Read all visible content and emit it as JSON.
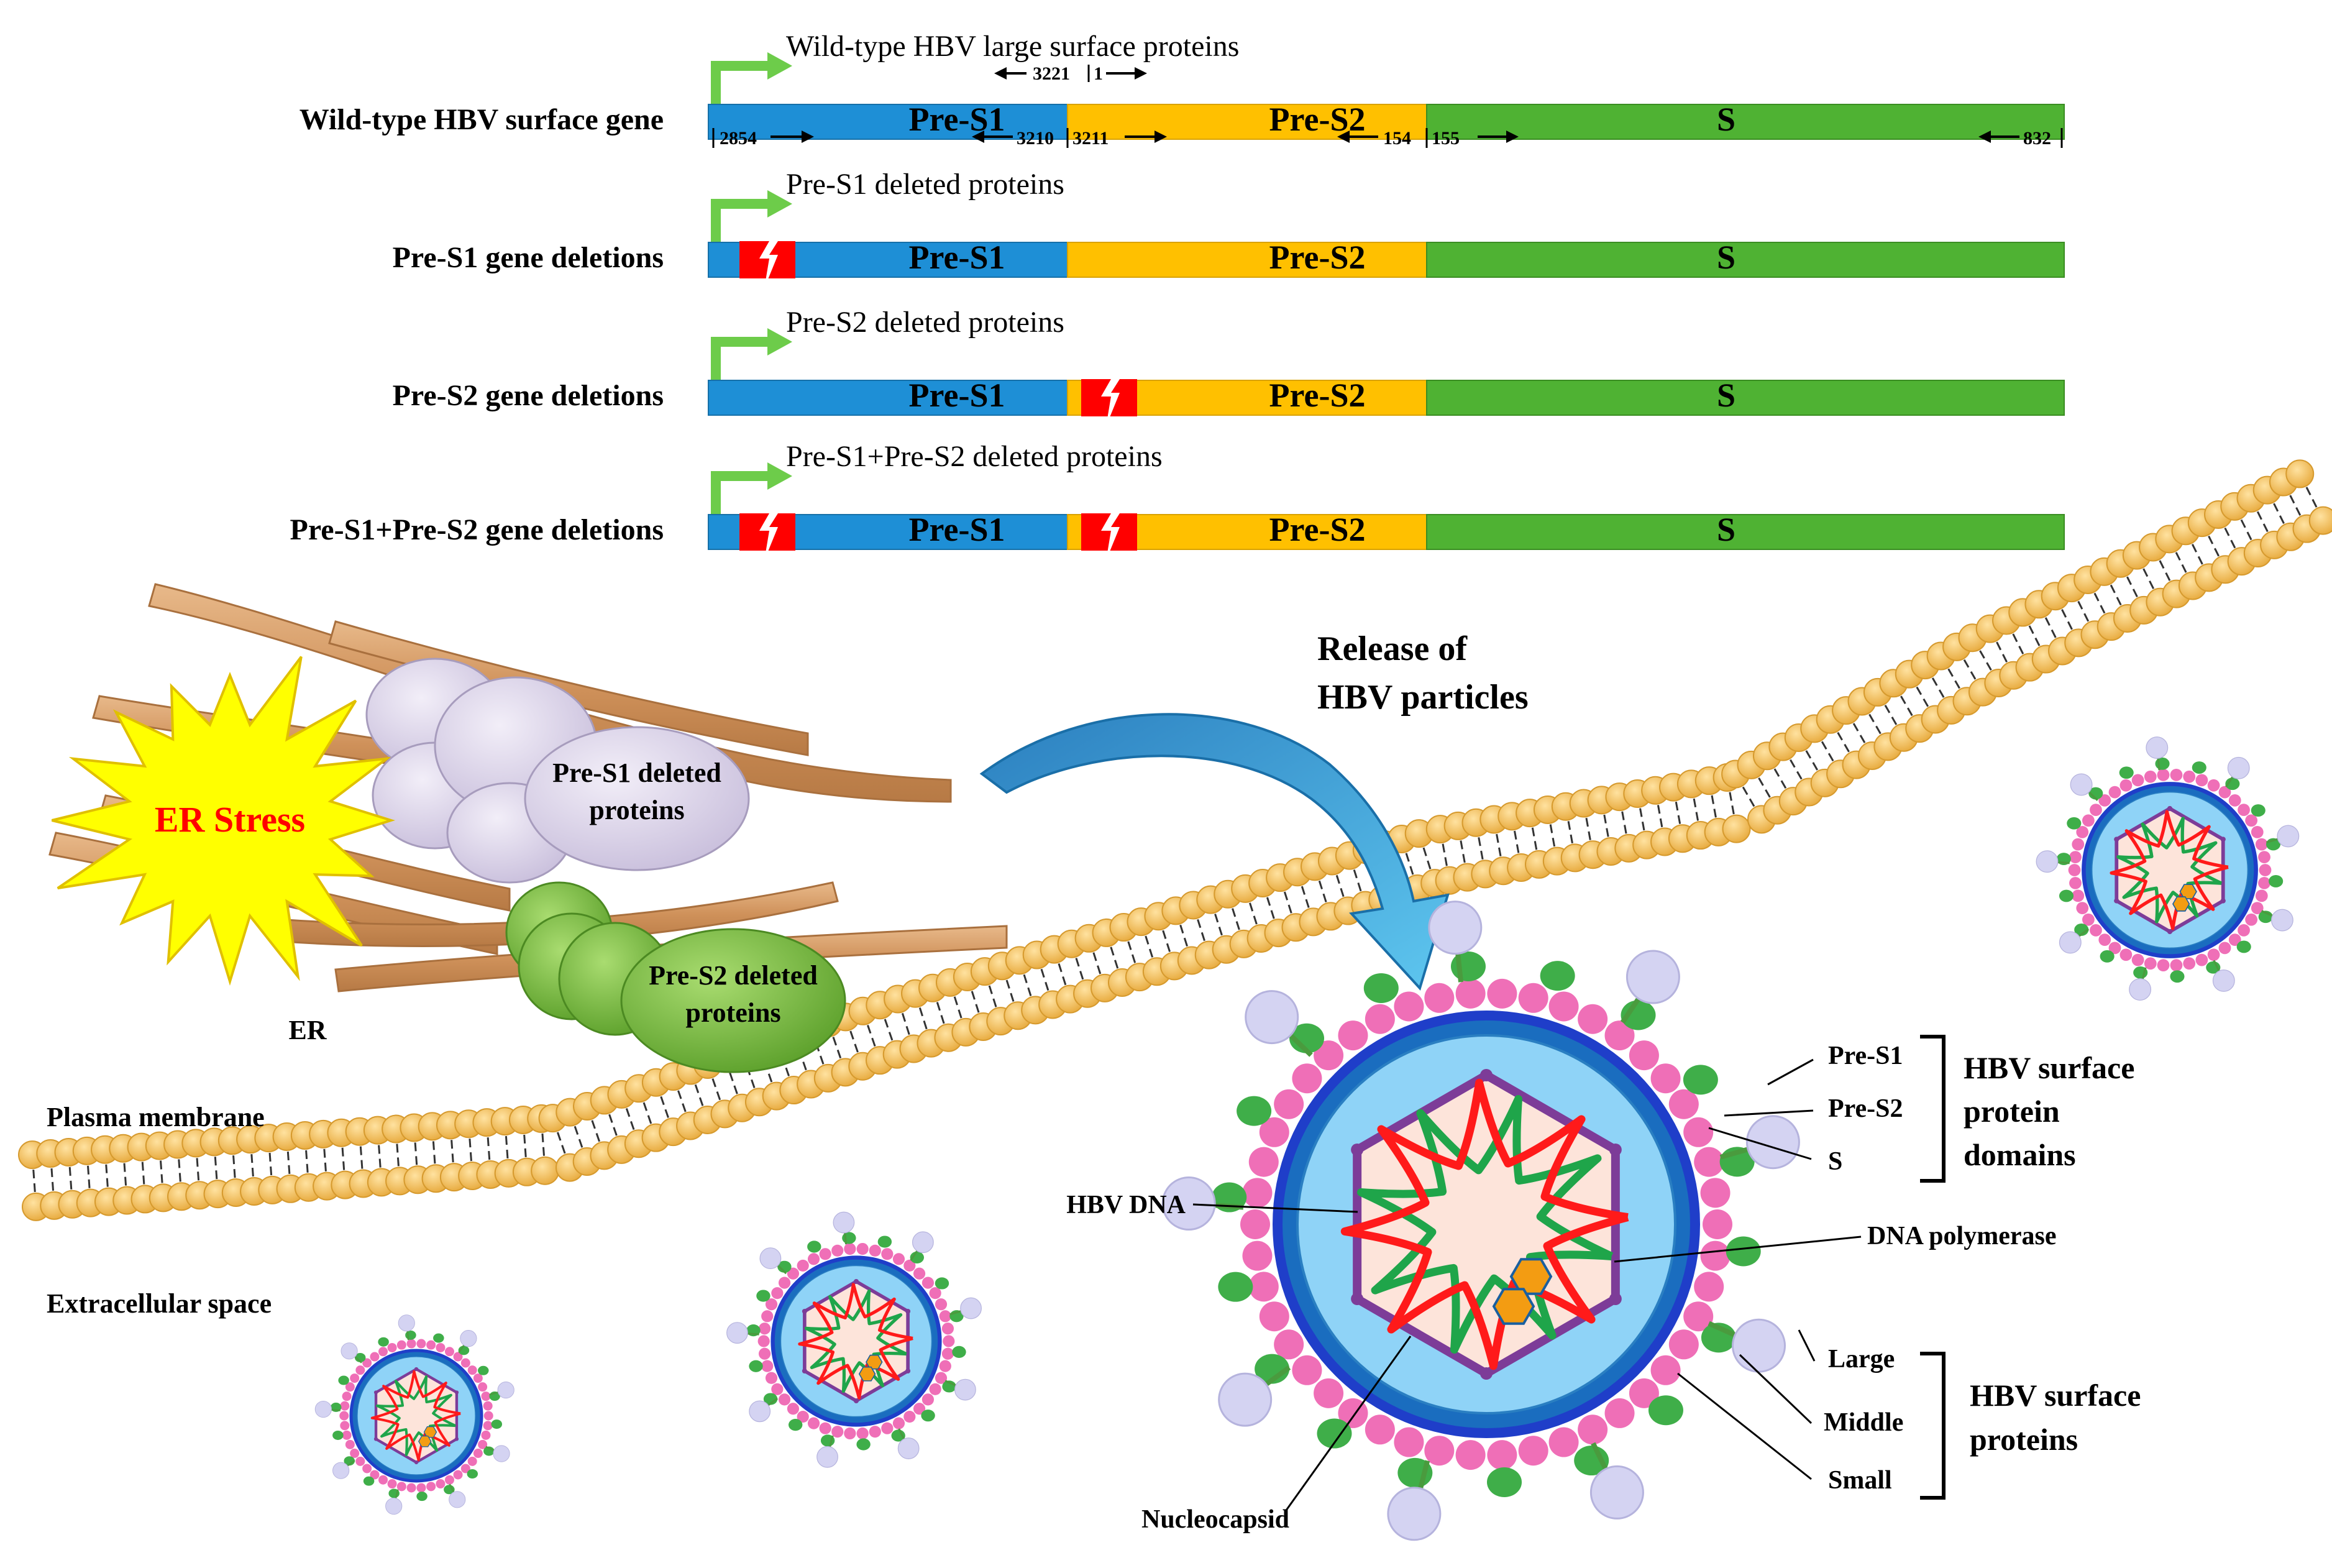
{
  "gene_rows": [
    {
      "row_label": "Wild-type HBV surface gene",
      "protein_label": "Wild-type HBV large surface proteins",
      "deletion_s1": false,
      "deletion_s2": false
    },
    {
      "row_label": "Pre-S1 gene deletions",
      "protein_label": "Pre-S1 deleted proteins",
      "deletion_s1": true,
      "deletion_s2": false
    },
    {
      "row_label": "Pre-S2 gene deletions",
      "protein_label": "Pre-S2 deleted proteins",
      "deletion_s1": false,
      "deletion_s2": true
    },
    {
      "row_label": "Pre-S1+Pre-S2 gene deletions",
      "protein_label": "Pre-S1+Pre-S2 deleted proteins",
      "deletion_s1": true,
      "deletion_s2": true
    }
  ],
  "segments": {
    "pres1": "Pre-S1",
    "pres2": "Pre-S2",
    "s": "S"
  },
  "positions": {
    "p3221": "3221",
    "p1": "1",
    "p2854": "2854",
    "p3210": "3210",
    "p3211": "3211",
    "p154": "154",
    "p155": "155",
    "p832": "832"
  },
  "cell": {
    "er_stress": "ER Stress",
    "er": "ER",
    "pres1_blob": [
      "Pre-S1 deleted",
      "proteins"
    ],
    "pres2_blob": [
      "Pre-S2 deleted",
      "proteins"
    ],
    "release": [
      "Release of",
      "HBV particles"
    ],
    "plasma_membrane": "Plasma membrane",
    "extracellular": "Extracellular space"
  },
  "virion_labels": {
    "hbv_dna": "HBV DNA",
    "nucleocapsid": "Nucleocapsid",
    "dna_polymerase": "DNA polymerase",
    "domain_items": [
      "Pre-S1",
      "Pre-S2",
      "S"
    ],
    "domains_title": [
      "HBV surface",
      "protein",
      "domains"
    ],
    "protein_items": [
      "Large",
      "Middle",
      "Small"
    ],
    "proteins_title": [
      "HBV surface",
      "proteins"
    ]
  },
  "colors": {
    "pres1": "#1e8fd6",
    "pres2": "#ffc000",
    "s": "#4fb233",
    "deletion": "#ff0000",
    "promoter_arrow": "#6dcc4a",
    "membrane_bead": "#f7c55e",
    "er_stress_burst": "#ffff00",
    "er_stress_text": "#ff0000",
    "release_arrow": "#1f88c8",
    "large_protein": "#d4d3f2",
    "middle_protein": "#3fae49",
    "small_protein": "#ef6fb7",
    "capsid": "#7d3c98"
  }
}
